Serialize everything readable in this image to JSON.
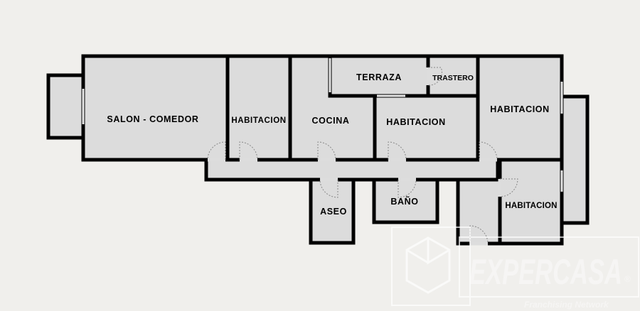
{
  "rooms": {
    "salon": "SALON - COMEDOR",
    "hab1": "HABITACION",
    "cocina": "COCINA",
    "terraza": "TERRAZA",
    "trastero": "TRASTERO",
    "hab2": "HABITACION",
    "hab3": "HABITACION",
    "hab4": "HABITACION",
    "aseo": "ASEO",
    "bano": "BAÑO"
  },
  "watermark": {
    "brand": "EXPERCASA",
    "tagline": "Franchising Network",
    "registered": "®"
  },
  "colors": {
    "background": "#f0efec",
    "room_fill": "#dcdcdc",
    "wall": "#000000"
  }
}
